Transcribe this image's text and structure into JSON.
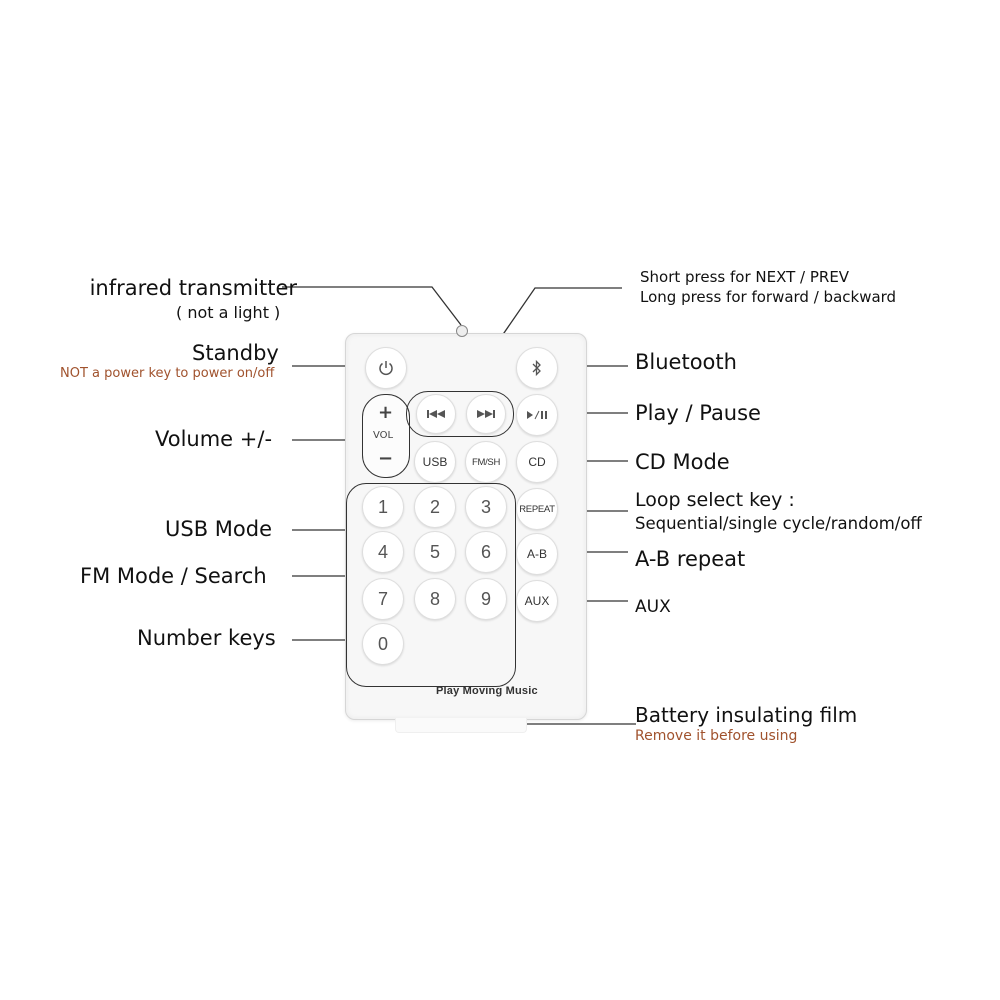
{
  "labels": {
    "infrared": "infrared transmitter",
    "infrared_note": "( not a light )",
    "standby": "Standby",
    "standby_note": "NOT a power key to power on/off",
    "volume": "Volume +/-",
    "usb_mode": "USB Mode",
    "fm_mode": "FM Mode / Search",
    "number_keys": "Number keys",
    "skip_line1": "Short press for NEXT / PREV",
    "skip_line2": "Long press for forward / backward",
    "bluetooth": "Bluetooth",
    "play_pause": "Play / Pause",
    "cd_mode": "CD Mode",
    "loop_title": "Loop select key :",
    "loop_desc": "Sequential/single cycle/random/off",
    "ab_repeat": "A-B repeat",
    "aux": "AUX",
    "battery": "Battery insulating film",
    "battery_note": "Remove it before using"
  },
  "remote": {
    "vol_plus": "+",
    "vol_label": "VOL",
    "vol_minus": "−",
    "usb": "USB",
    "fmsh": "FM/SH",
    "cd": "CD",
    "repeat": "REPEAT",
    "ab": "A-B",
    "aux": "AUX",
    "numbers": [
      "1",
      "2",
      "3",
      "4",
      "5",
      "6",
      "7",
      "8",
      "9",
      "0"
    ],
    "brand": "Play Moving Music"
  },
  "icons": {
    "power": "power-icon",
    "bluetooth": "bluetooth-icon",
    "prev": "prev-track-icon",
    "next": "next-track-icon",
    "play_pause": "play-pause-icon"
  },
  "colors": {
    "note": "#a0522d",
    "line": "#333333",
    "remote_body": "#f7f7f7"
  }
}
